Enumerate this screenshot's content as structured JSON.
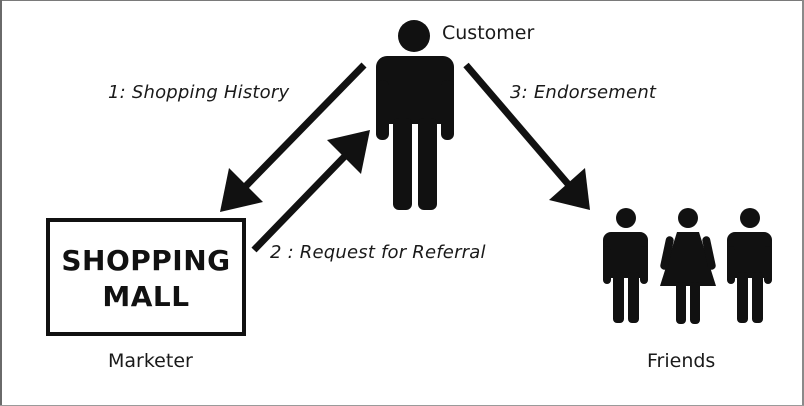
{
  "nodes": {
    "customer": {
      "label": "Customer"
    },
    "marketer": {
      "label": "Marketer",
      "box_line1": "SHOPPING",
      "box_line2": "MALL"
    },
    "friends": {
      "label": "Friends"
    }
  },
  "edges": {
    "shopping_history": "1: Shopping History",
    "request_referral": "2 : Request for Referral",
    "endorsement": "3: Endorsement"
  },
  "colors": {
    "ink": "#111111",
    "background": "#ffffff"
  }
}
